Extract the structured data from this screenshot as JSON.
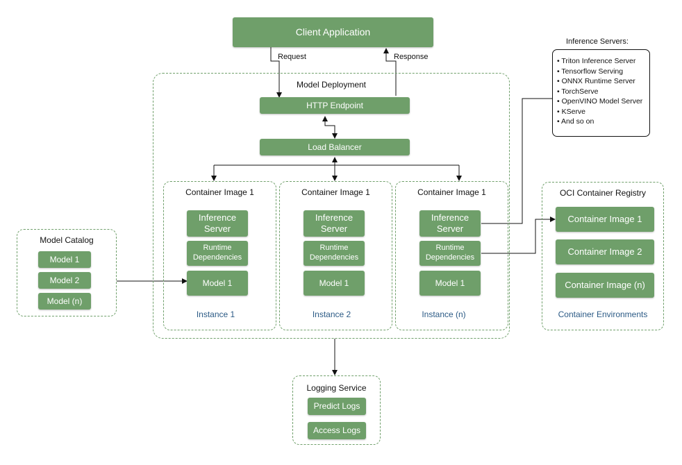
{
  "client": {
    "label": "Client Application"
  },
  "arrows": {
    "request": "Request",
    "response": "Response"
  },
  "deployment": {
    "title": "Model Deployment",
    "endpoint": "HTTP Endpoint",
    "balancer": "Load Balancer",
    "instances": [
      {
        "image": "Container Image 1",
        "server_l1": "Inference",
        "server_l2": "Server",
        "runtime_l1": "Runtime",
        "runtime_l2": "Dependencies",
        "model": "Model 1",
        "name": "Instance 1"
      },
      {
        "image": "Container Image 1",
        "server_l1": "Inference",
        "server_l2": "Server",
        "runtime_l1": "Runtime",
        "runtime_l2": "Dependencies",
        "model": "Model 1",
        "name": "Instance 2"
      },
      {
        "image": "Container Image 1",
        "server_l1": "Inference",
        "server_l2": "Server",
        "runtime_l1": "Runtime",
        "runtime_l2": "Dependencies",
        "model": "Model 1",
        "name": "Instance (n)"
      }
    ]
  },
  "catalog": {
    "title": "Model Catalog",
    "items": [
      "Model 1",
      "Model 2",
      "Model (n)"
    ]
  },
  "registry": {
    "title": "OCI Container Registry",
    "items": [
      "Container Image 1",
      "Container Image 2",
      "Container Image (n)"
    ],
    "footer": "Container Environments"
  },
  "inference_servers": {
    "title": "Inference Servers:",
    "items": [
      "Triton Inference Server",
      "Tensorflow Serving",
      "ONNX Runtime Server",
      "TorchServe",
      "OpenVINO Model Server",
      "KServe",
      "And so on"
    ]
  },
  "logging": {
    "title": "Logging Service",
    "items": [
      "Predict Logs",
      "Access Logs"
    ]
  },
  "colors": {
    "box_green": "#6f9f6a",
    "dash_green": "#6f9f6a",
    "footer_blue": "#2b5a85",
    "line": "#111111"
  }
}
